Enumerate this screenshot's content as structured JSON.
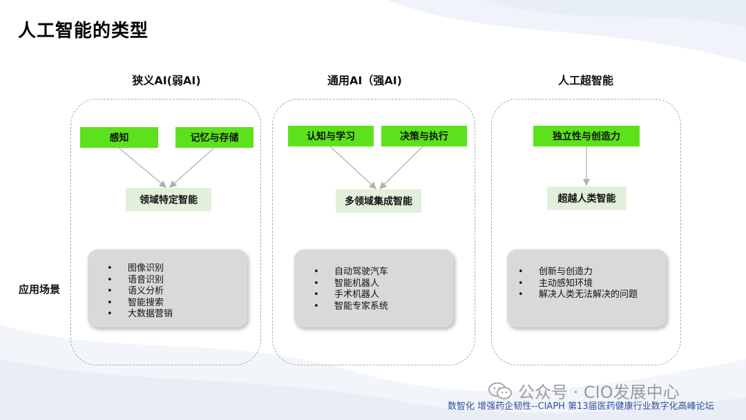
{
  "title": "人工智能的类型",
  "side_label": "应用场景",
  "columns": [
    {
      "header": "狭义AI(弱AI)",
      "inputs": [
        "感知",
        "记忆与存储"
      ],
      "result": "领域特定智能",
      "apps": [
        "图像识别",
        "语音识别",
        "语义分析",
        "智能搜索",
        "大数据营销"
      ]
    },
    {
      "header": "通用AI（强AI)",
      "inputs": [
        "认知与学习",
        "决策与执行"
      ],
      "result": "多领域集成智能",
      "apps": [
        "自动驾驶汽车",
        "智能机器人",
        "手术机器人",
        "智能专家系统"
      ]
    },
    {
      "header": "人工超智能",
      "inputs": [
        "独立性与创造力"
      ],
      "result": "超越人类智能",
      "apps": [
        "创新与创造力",
        "主动感知环境",
        "解决人类无法解决的问题"
      ]
    }
  ],
  "watermark": {
    "text": "公众号 · CIO发展中心",
    "icon": "wechat-icon"
  },
  "footer": "数智化 增强药企韧性--CIAPH 第13届医药健康行业数字化高峰论坛",
  "colors": {
    "green": "#5ce21c",
    "result_bg": "#e2efda",
    "app_bg": "#d9d9d9",
    "footer_text": "#2f4f9f"
  }
}
